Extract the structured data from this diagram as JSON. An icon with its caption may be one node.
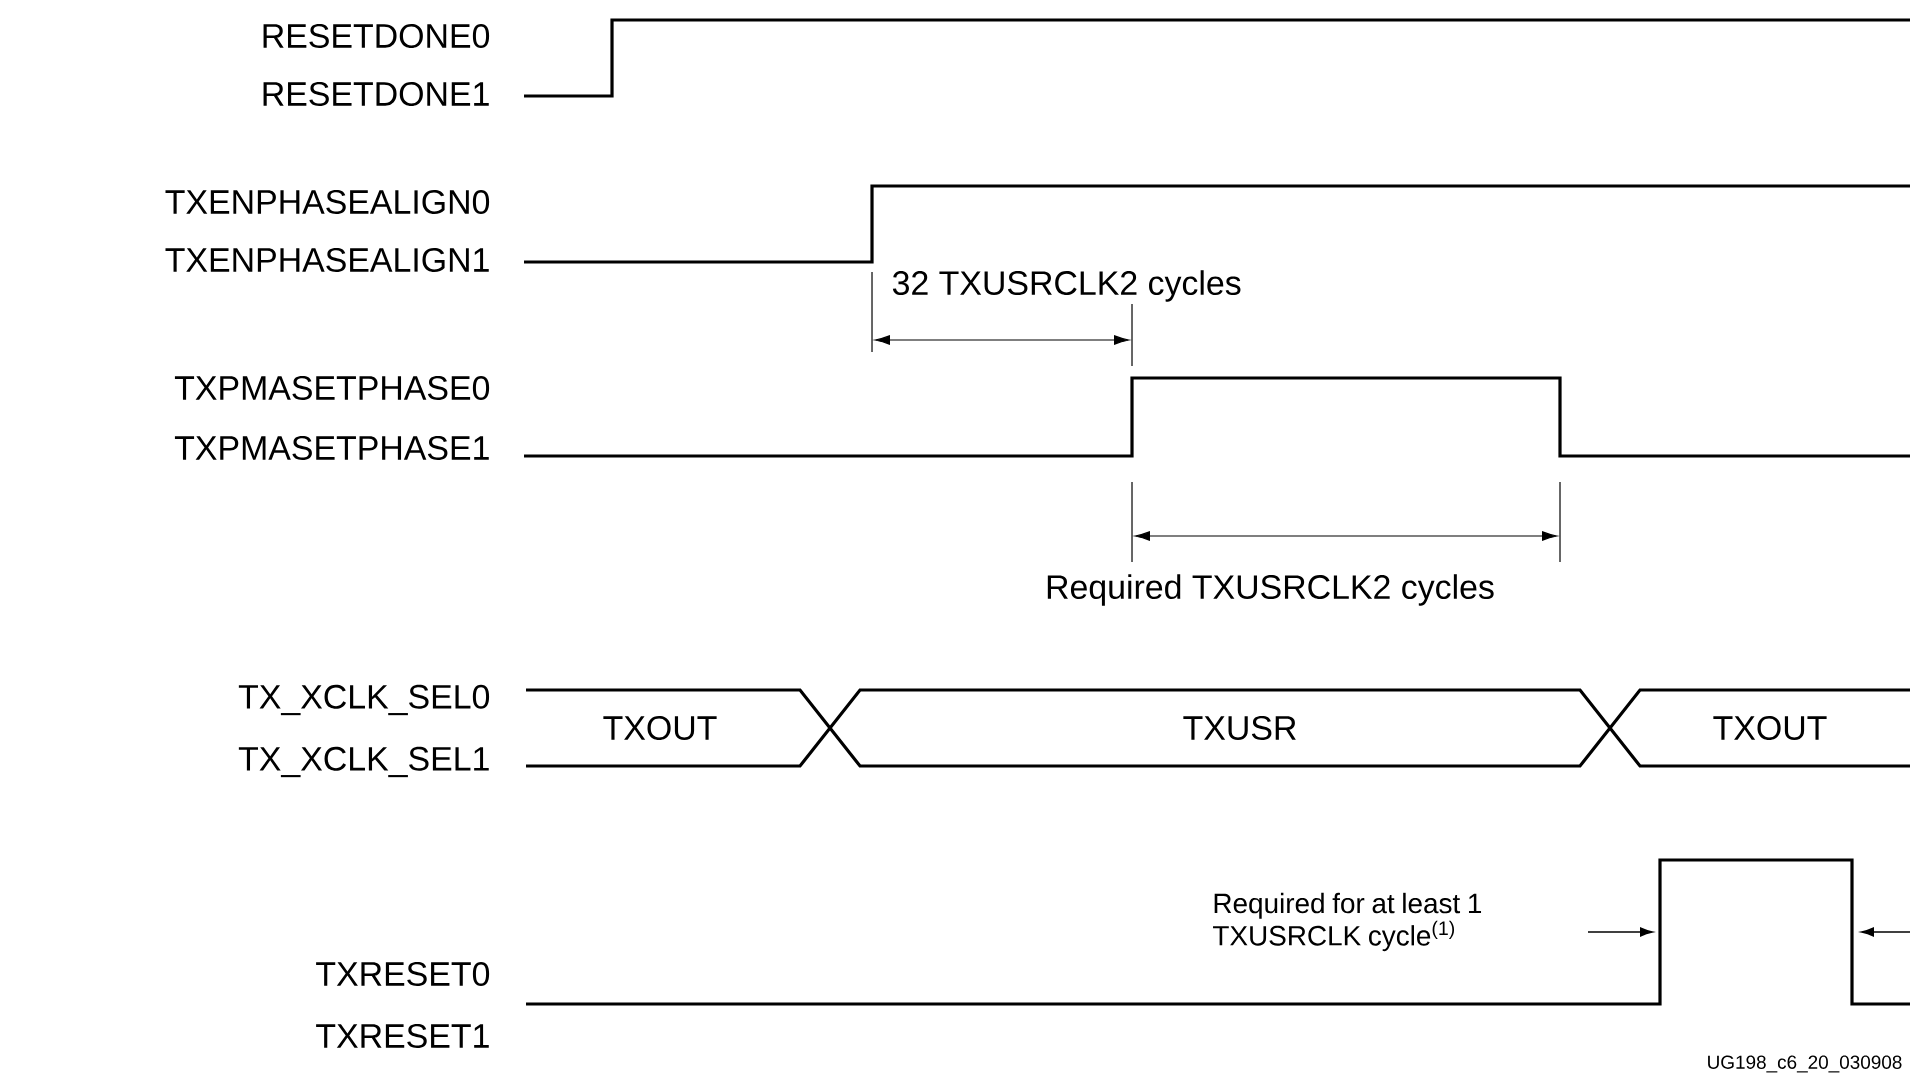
{
  "diagram": {
    "labels": [
      "RESETDONE0",
      "RESETDONE1",
      "TXENPHASEALIGN0",
      "TXENPHASEALIGN1",
      "32 TXUSRCLK2 cycles",
      "TXPMASETPHASE0",
      "TXPMASETPHASE1",
      "Required TXUSRCLK2 cycles",
      "TX_XCLK_SEL0",
      "TX_XCLK_SEL1",
      "TXOUT",
      "TXUSR",
      "TXOUT",
      "Required for at least 1 TXUSRCLK cycle$^{(1)}$",
      "TXRESET0",
      "TXRESET1",
      "UG198_c6_20_030908"
    ]
  }
}
